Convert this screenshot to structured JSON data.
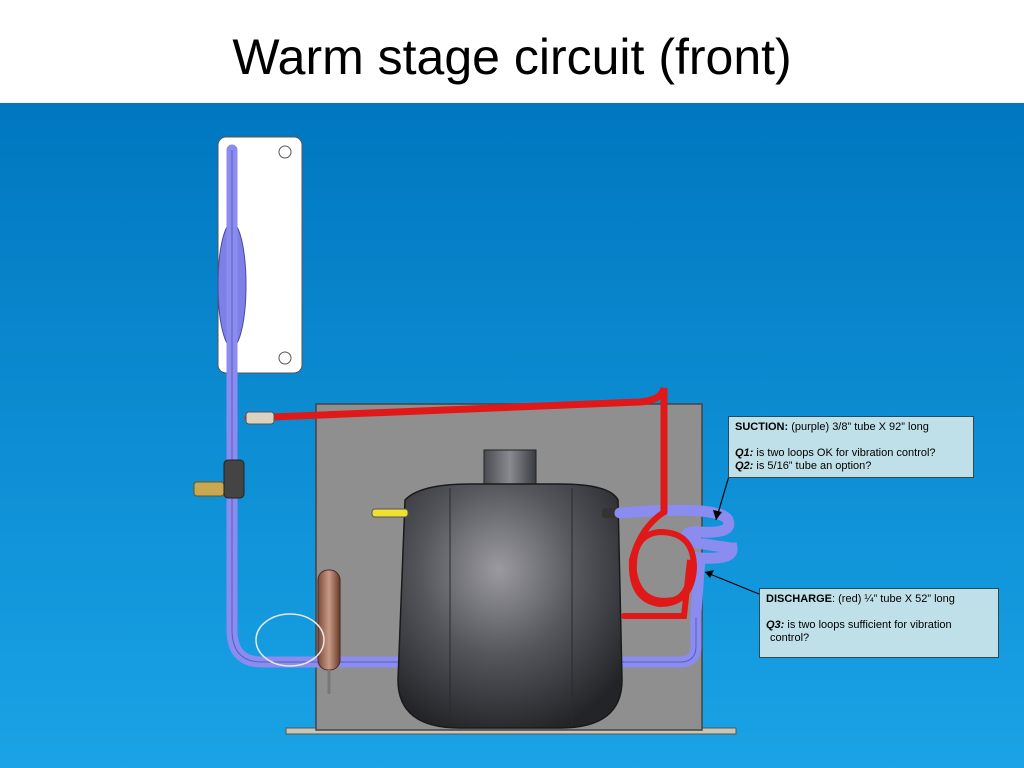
{
  "title": "Warm stage circuit (front)",
  "colors": {
    "background_top": "#0077c0",
    "background_bottom": "#1aa3e6",
    "suction_tube": "#8a8cf0",
    "discharge_tube": "#e01818",
    "callout_fill": "#bfe0e8"
  },
  "suction_note": {
    "label": "SUCTION:",
    "description": " (purple) 3/8” tube X 92” long",
    "q1_label": "Q1:",
    "q1_text": " is two loops OK for vibration control?",
    "q2_label": "Q2:",
    "q2_text": " is 5/16” tube an option?"
  },
  "discharge_note": {
    "label": "DISCHARGE",
    "description": ": (red) ¼” tube X 52” long",
    "q3_label": "Q3:",
    "q3_text": " is two loops sufficient for vibration",
    "q3_text_cont": "control?"
  }
}
